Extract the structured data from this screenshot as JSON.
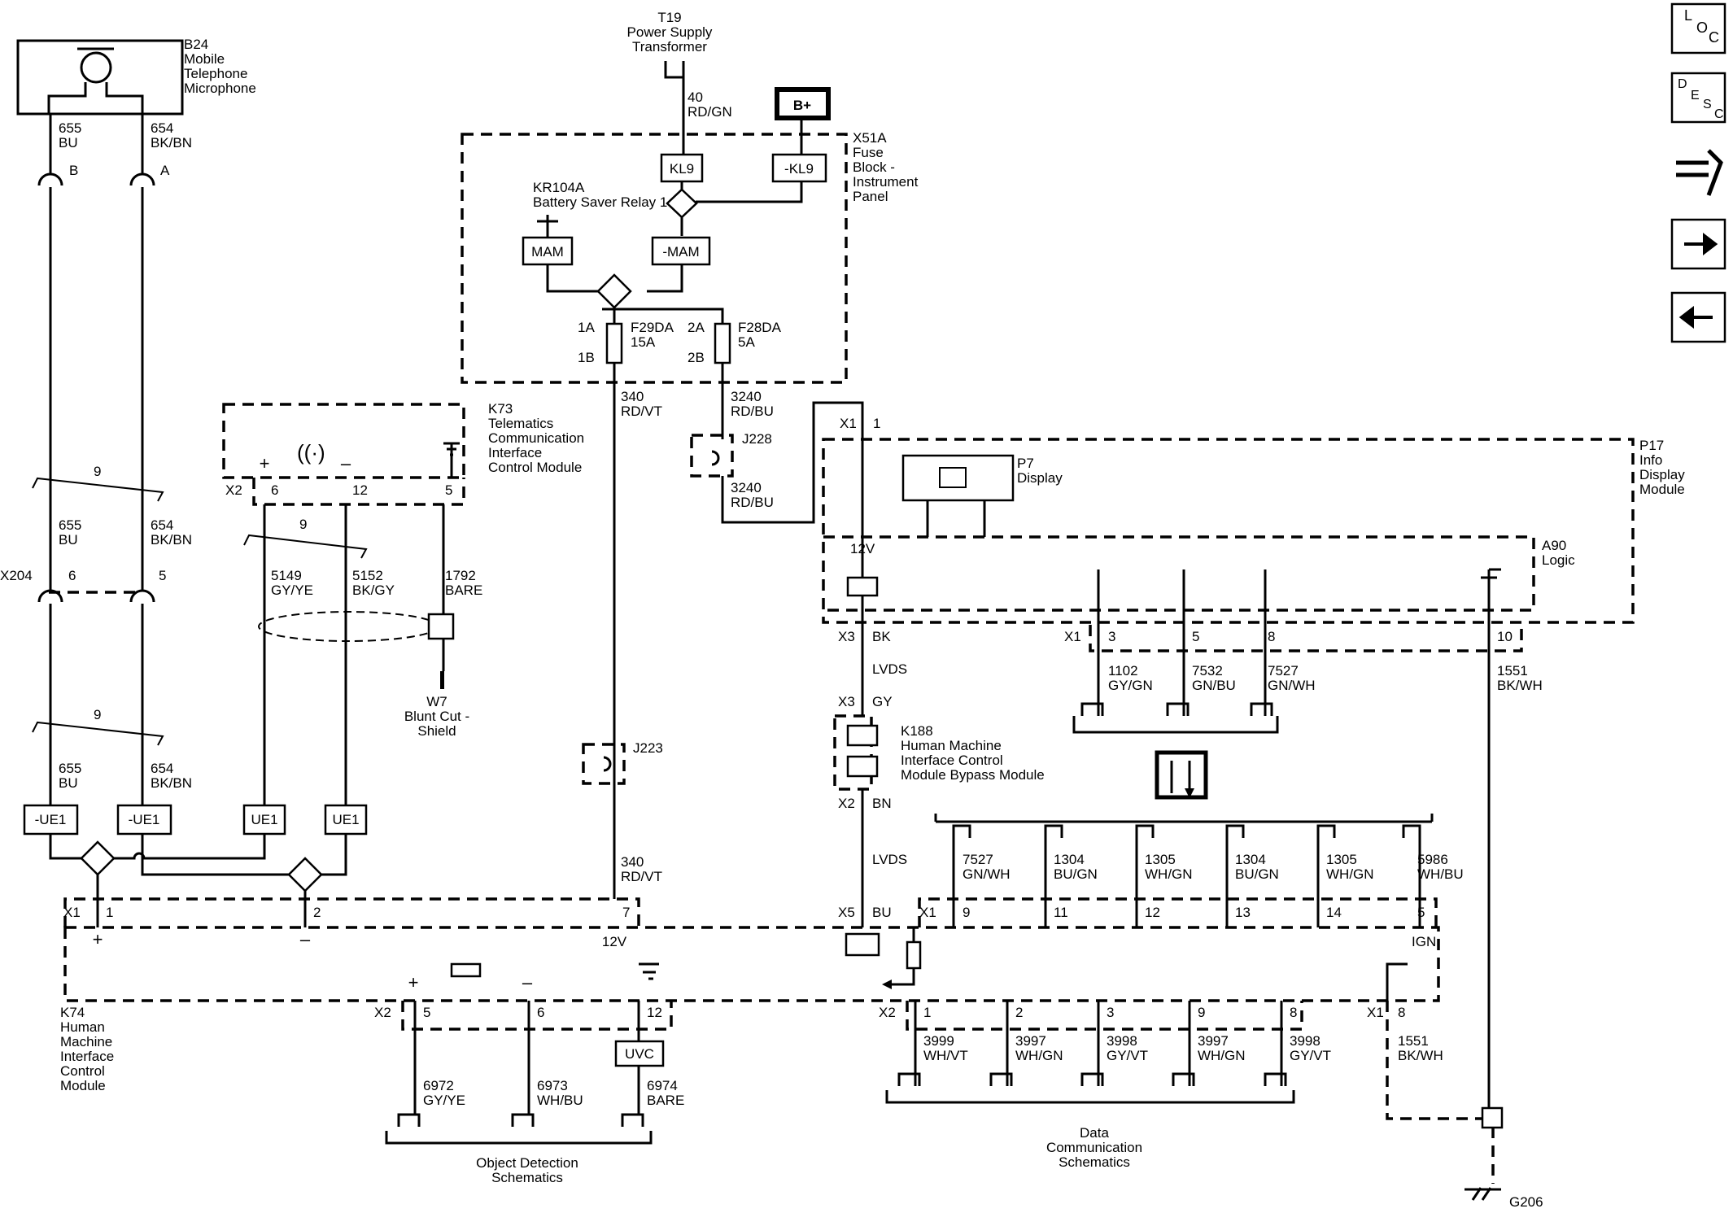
{
  "nav": {
    "loc": [
      "L",
      "O",
      "C"
    ],
    "desc": [
      "D",
      "E",
      "S",
      "C"
    ]
  },
  "t19": [
    "T19",
    "Power Supply",
    "Transformer"
  ],
  "b24": [
    "B24",
    "Mobile",
    "Telephone",
    "Microphone"
  ],
  "x51a": [
    "X51A",
    "Fuse",
    "Block -",
    "Instrument",
    "Panel"
  ],
  "kr104a": [
    "KR104A",
    "Battery Saver Relay 1"
  ],
  "k73": [
    "K73",
    "Telematics",
    "Communication",
    "Interface",
    "Control Module"
  ],
  "p17": [
    "P17",
    "Info",
    "Display",
    "Module"
  ],
  "p7": [
    "P7",
    "Display"
  ],
  "a90": [
    "A90",
    "Logic"
  ],
  "k188": [
    "K188",
    "Human Machine",
    "Interface Control",
    "Module Bypass Module"
  ],
  "w7": [
    "W7",
    "Blunt Cut -",
    "Shield"
  ],
  "k74": [
    "K74",
    "Human",
    "Machine",
    "Interface",
    "Control",
    "Module"
  ],
  "g206": "G206",
  "odsch": [
    "Object Detection",
    "Schematics"
  ],
  "dcsch": [
    "Data",
    "Communication",
    "Schematics"
  ],
  "boxes": {
    "bplus": "B+",
    "kl9": "KL9",
    "nkl9": "-KL9",
    "mam": "MAM",
    "nmam": "-MAM",
    "nue1a": "-UE1",
    "nue1b": "-UE1",
    "ue1a": "UE1",
    "ue1b": "UE1",
    "uvc": "UVC"
  },
  "fuses": {
    "f29": [
      "F29DA",
      "15A"
    ],
    "f28": [
      "F28DA",
      "5A"
    ],
    "p1a": "1A",
    "p1b": "1B",
    "p2a": "2A",
    "p2b": "2B"
  },
  "jb": {
    "j228": "J228",
    "j223": "J223"
  },
  "t": {
    "c1": [
      "655",
      "BU"
    ],
    "c2": [
      "654",
      "BK/BN"
    ],
    "c3": [
      "655",
      "BU"
    ],
    "c4": [
      "654",
      "BK/BN"
    ],
    "c5": [
      "655",
      "BU"
    ],
    "c6": [
      "654",
      "BK/BN"
    ],
    "c40": [
      "40",
      "RD/GN"
    ],
    "c340a": [
      "340",
      "RD/VT"
    ],
    "c340b": [
      "340",
      "RD/VT"
    ],
    "c3240a": [
      "3240",
      "RD/BU"
    ],
    "c3240b": [
      "3240",
      "RD/BU"
    ],
    "c5149": [
      "5149",
      "GY/YE"
    ],
    "c5152": [
      "5152",
      "BK/GY"
    ],
    "c1792": [
      "1792",
      "BARE"
    ],
    "c1102": [
      "1102",
      "GY/GN"
    ],
    "c7532": [
      "7532",
      "GN/BU"
    ],
    "c7527a": [
      "7527",
      "GN/WH"
    ],
    "c1551a": [
      "1551",
      "BK/WH"
    ],
    "c7527b": [
      "7527",
      "GN/WH"
    ],
    "c1304a": [
      "1304",
      "BU/GN"
    ],
    "c1305a": [
      "1305",
      "WH/GN"
    ],
    "c1304b": [
      "1304",
      "BU/GN"
    ],
    "c1305b": [
      "1305",
      "WH/GN"
    ],
    "c5986": [
      "5986",
      "WH/BU"
    ],
    "c3999": [
      "3999",
      "WH/VT"
    ],
    "c3997a": [
      "3997",
      "WH/GN"
    ],
    "c3998a": [
      "3998",
      "GY/VT"
    ],
    "c3997b": [
      "3997",
      "WH/GN"
    ],
    "c3998b": [
      "3998",
      "GY/VT"
    ],
    "c1551b": [
      "1551",
      "BK/WH"
    ],
    "c6972": [
      "6972",
      "GY/YE"
    ],
    "c6973": [
      "6973",
      "WH/BU"
    ],
    "c6974": [
      "6974",
      "BARE"
    ]
  },
  "pins": {
    "pB": "B",
    "pA": "A",
    "x204": "X204",
    "p6": "6",
    "p5": "5",
    "k73x2": "X2",
    "k73p6": "6",
    "k73p12": "12",
    "k73p5": "5",
    "plus1": "+",
    "minus1": "–",
    "tw1": "9",
    "tw2": "9",
    "tw3": "9",
    "x1a": "X1",
    "x1a1": "1",
    "x1b": "X1",
    "x1b3": "3",
    "x1b5": "5",
    "x1b8": "8",
    "x1b10": "10",
    "v12a": "12V",
    "x3a": "X3",
    "bk": "BK",
    "lvds1": "LVDS",
    "x3b": "X3",
    "gy": "GY",
    "x2a": "X2",
    "bn": "BN",
    "lvds2": "LVDS",
    "x5": "X5",
    "bu": "BU",
    "x1c": "X1",
    "x1c9": "9",
    "x1c11": "11",
    "x1c12": "12",
    "x1c13": "13",
    "x1c14": "14",
    "x1c5": "5",
    "x1d": "X1",
    "x1d1": "1",
    "x1d2": "2",
    "x1d7": "7",
    "plus2": "+",
    "minus2": "–",
    "v12b": "12V",
    "ign": "IGN",
    "x2b": "X2",
    "x2b5": "5",
    "x2b6": "6",
    "x2b12": "12",
    "plus3": "+",
    "minus3": "–",
    "x2c": "X2",
    "x2c1": "1",
    "x2c2": "2",
    "x2c3": "3",
    "x2c9": "9",
    "x2c8": "8",
    "x1e": "X1",
    "x1e8": "8"
  }
}
